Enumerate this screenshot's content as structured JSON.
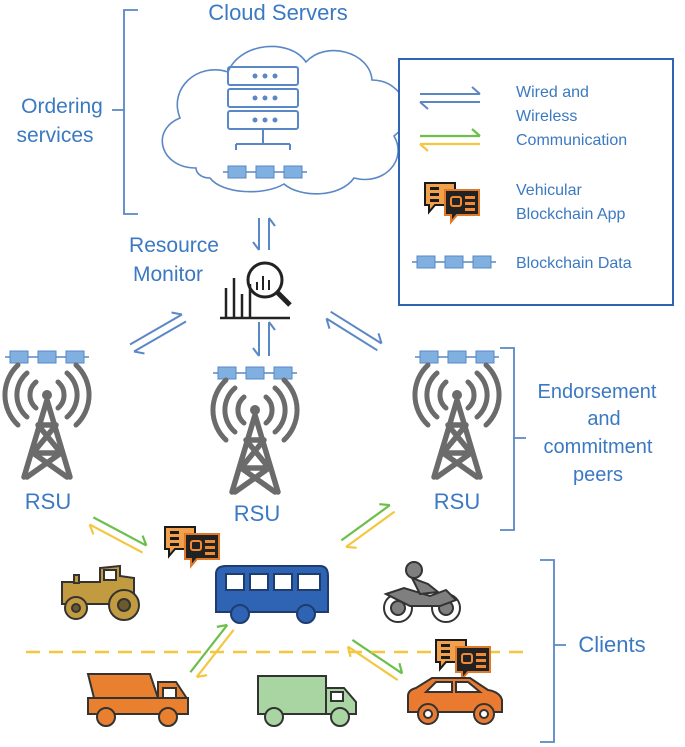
{
  "colors": {
    "blue": "#3b79c2",
    "line_blue": "#5a87c6",
    "block_blue": "#7fb0e0",
    "green": "#6cbf4a",
    "yellow": "#f3c73f",
    "tractor": "#c29a3f",
    "bus": "#2e64b3",
    "truck": "#e98030",
    "lorry": "#a8d5a2",
    "car": "#e97a30",
    "moto": "#7f7f7f"
  },
  "labels": {
    "cloud_servers": "Cloud Servers",
    "ordering_1": "Ordering",
    "ordering_2": "services",
    "resource_1": "Resource",
    "resource_2": "Monitor",
    "rsu_left": "RSU",
    "rsu_center": "RSU",
    "rsu_right": "RSU",
    "endorse_1": "Endorsement",
    "endorse_2": "and",
    "endorse_3": "commitment",
    "endorse_4": "peers",
    "clients": "Clients"
  },
  "legend": {
    "comm_1": "Wired and",
    "comm_2": "Wireless",
    "comm_3": "Communication",
    "app_1": "Vehicular",
    "app_2": "Blockchain App",
    "data": "Blockchain Data"
  },
  "icons": [
    "cloud-icon",
    "server-icon",
    "monitor-chart-icon",
    "tower-icon",
    "app-icon",
    "tractor-icon",
    "bus-icon",
    "motorcycle-icon",
    "dump-truck-icon",
    "lorry-icon",
    "car-icon"
  ]
}
